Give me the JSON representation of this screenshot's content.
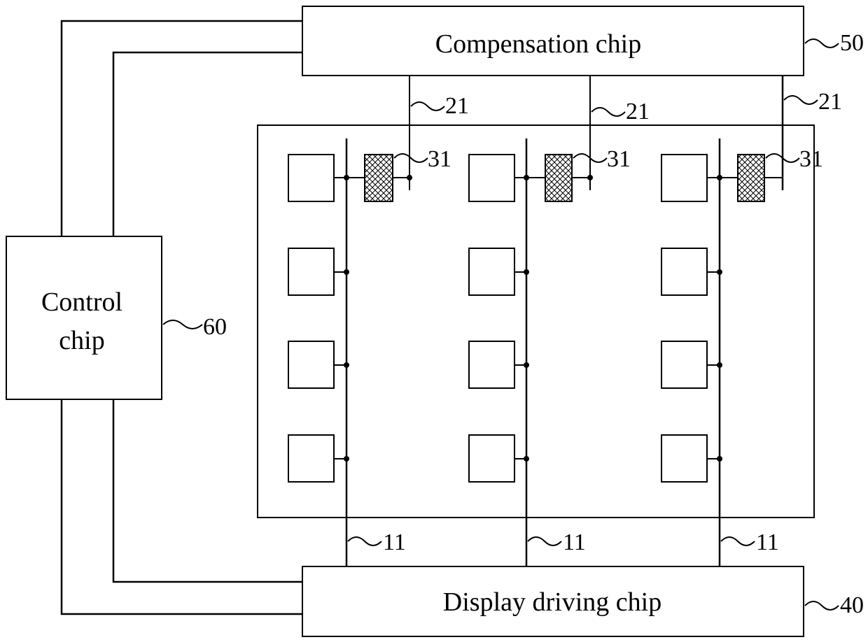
{
  "chips": {
    "compensation": {
      "label": "Compensation chip",
      "ref": "50"
    },
    "control": {
      "label_line1": "Control",
      "label_line2": "chip",
      "ref": "60"
    },
    "display_driving": {
      "label": "Display driving chip",
      "ref": "40"
    }
  },
  "refs": {
    "data_line": "11",
    "sense_line": "21",
    "sense_element": "31"
  },
  "colors": {
    "line": "#000000",
    "background": "#ffffff"
  }
}
